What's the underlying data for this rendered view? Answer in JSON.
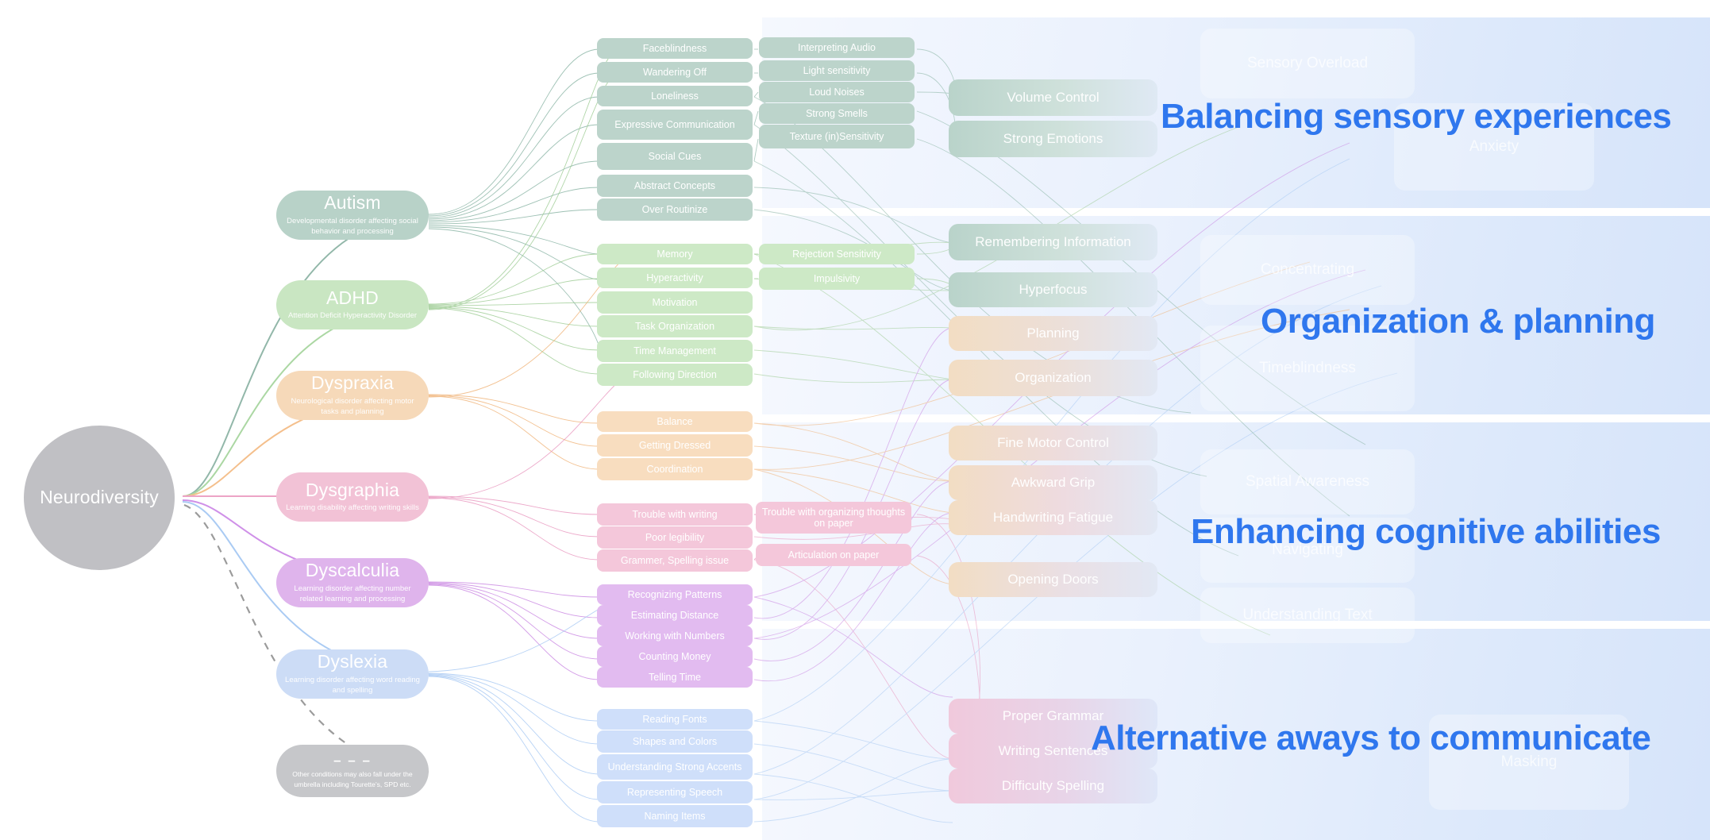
{
  "root": {
    "label": "Neurodiversity",
    "color": "#c0c0c4"
  },
  "conditions": [
    {
      "name": "Autism",
      "desc": "Developmental disorder affecting social behavior and processing",
      "color": "#b8d2c8"
    },
    {
      "name": "ADHD",
      "desc": "Attention Deficit Hyperactivity Disorder",
      "color": "#c9e6c2"
    },
    {
      "name": "Dyspraxia",
      "desc": "Neurological disorder affecting motor tasks and planning",
      "color": "#f6d9b9"
    },
    {
      "name": "Dysgraphia",
      "desc": "Learning disability affecting writing skills",
      "color": "#f2c2d6"
    },
    {
      "name": "Dyscalculia",
      "desc": "Learning disorder affecting number related learning and processing",
      "color": "#dfb4ec"
    },
    {
      "name": "Dyslexia",
      "desc": "Learning disorder affecting word reading and spelling",
      "color": "#ccdcf6"
    }
  ],
  "other_node": {
    "dash": "– – –",
    "desc": "Other conditions may also fall under the umbrella including Tourette's, SPD etc.",
    "color": "#c6c7ca"
  },
  "symptom_groups": [
    {
      "condition": "Autism",
      "color": "#bcd4cb",
      "col1": [
        "Faceblindness",
        "Wandering Off",
        "Loneliness",
        "Expressive Communication",
        "Social Cues",
        "Abstract Concepts",
        "Over Routinize"
      ],
      "col2": [
        "Interpreting Audio",
        "Light sensitivity",
        "Loud Noises",
        "Strong Smells",
        "Texture (in)Sensitivity"
      ]
    },
    {
      "condition": "ADHD",
      "color": "#cde9c6",
      "col1": [
        "Memory",
        "Hyperactivity",
        "Motivation",
        "Task Organization",
        "Time Management",
        "Following Direction"
      ],
      "col2": [
        "Rejection Sensitivity",
        "Impulsivity"
      ]
    },
    {
      "condition": "Dyspraxia",
      "color": "#f8ddbf",
      "col1": [
        "Balance",
        "Getting Dressed",
        "Coordination"
      ],
      "col2": []
    },
    {
      "condition": "Dysgraphia",
      "color": "#f4c7da",
      "col1": [
        "Trouble with writing",
        "Poor legibility",
        "Grammer, Spelling issue"
      ],
      "col2": [
        "Trouble with organizing thoughts on paper",
        "Articulation on paper"
      ]
    },
    {
      "condition": "Dyscalculia",
      "color": "#e2bbf0",
      "col1": [
        "Recognizing Patterns",
        "Estimating Distance",
        "Working with Numbers",
        "Counting Money",
        "Telling Time"
      ],
      "col2": []
    },
    {
      "condition": "Dyslexia",
      "color": "#cfdffa",
      "col1": [
        "Reading Fonts",
        "Shapes and Colors",
        "Understanding Strong Accents",
        "Representing Speech",
        "Naming Items"
      ],
      "col2": []
    }
  ],
  "outcomes": [
    {
      "label": "Volume Control",
      "color": "#b9d3ca"
    },
    {
      "label": "Strong Emotions",
      "color": "#b9d3ca"
    },
    {
      "label": "Remembering Information",
      "color": "#b9d3ca"
    },
    {
      "label": "Hyperfocus",
      "color": "#b9d3ca"
    },
    {
      "label": "Planning",
      "color": "#f2ddc3"
    },
    {
      "label": "Organization",
      "color": "#f2ddc3"
    },
    {
      "label": "Fine Motor Control",
      "color": "#f2ddc3"
    },
    {
      "label": "Awkward Grip",
      "color": "#f2ddc3"
    },
    {
      "label": "Handwriting Fatigue",
      "color": "#f2ddc3"
    },
    {
      "label": "Opening Doors",
      "color": "#f2ddc3"
    },
    {
      "label": "Proper Grammar",
      "color": "#f0c9dc"
    },
    {
      "label": "Writing Sentences",
      "color": "#f0c9dc"
    },
    {
      "label": "Difficulty Spelling",
      "color": "#f0c9dc"
    }
  ],
  "ghost_outcomes": [
    {
      "label": "Sensory Overload"
    },
    {
      "label": "Anxiety"
    },
    {
      "label": "Concentrating"
    },
    {
      "label": "Timeblindness"
    },
    {
      "label": "Spatial Awareness"
    },
    {
      "label": "Navigating"
    },
    {
      "label": "Understanding Text"
    },
    {
      "label": "Masking"
    }
  ],
  "headings": [
    {
      "text": "Balancing sensory experiences"
    },
    {
      "text": "Organization & planning"
    },
    {
      "text": "Enhancing cognitive abilities"
    },
    {
      "text": "Alternative aways to communicate"
    }
  ],
  "accent_color": "#2f77ee"
}
